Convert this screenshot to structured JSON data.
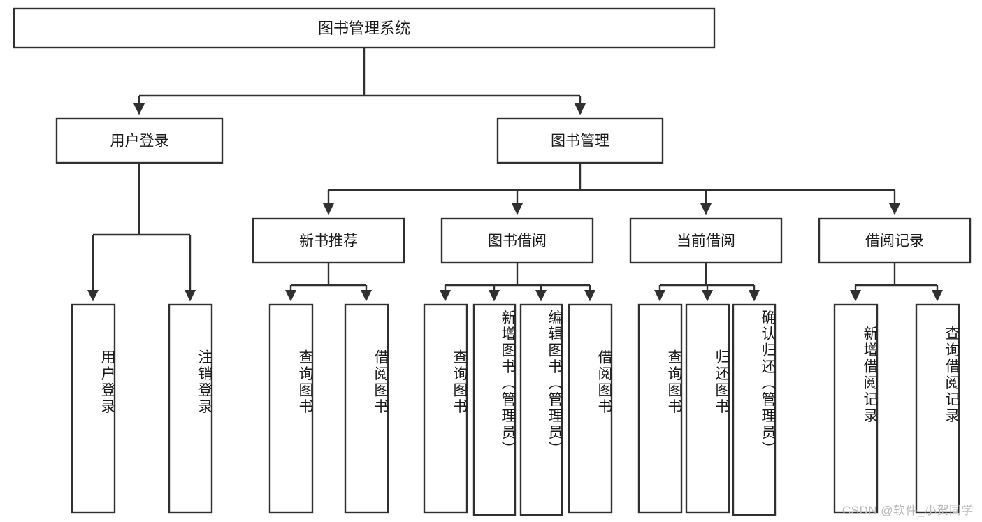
{
  "diagram": {
    "type": "tree-hierarchy",
    "title": "图书管理系统",
    "orientation": "top-down",
    "colors": {
      "box_stroke": "#303030",
      "box_fill": "#ffffff",
      "text": "#1a1a1a",
      "background": "#ffffff",
      "watermark": "#b9b9b9"
    },
    "root": {
      "label": "图书管理系统"
    },
    "level1": [
      {
        "label": "用户登录"
      },
      {
        "label": "图书管理"
      }
    ],
    "level2": [
      {
        "label": "新书推荐"
      },
      {
        "label": "图书借阅"
      },
      {
        "label": "当前借阅"
      },
      {
        "label": "借阅记录"
      }
    ],
    "leaves": {
      "user_login": [
        {
          "label": "用户登录"
        },
        {
          "label": "注销登录"
        }
      ],
      "new_book_recommend": [
        {
          "label": "查询图书"
        },
        {
          "label": "借阅图书"
        }
      ],
      "book_borrow": [
        {
          "label": "查询图书"
        },
        {
          "label": "新增图书（管理员）"
        },
        {
          "label": "编辑图书（管理员）"
        },
        {
          "label": "借阅图书"
        }
      ],
      "current_borrow": [
        {
          "label": "查询图书"
        },
        {
          "label": "归还图书"
        },
        {
          "label": "确认归还（管理员）"
        }
      ],
      "borrow_record": [
        {
          "label": "新增借阅记录"
        },
        {
          "label": "查询借阅记录"
        }
      ]
    },
    "watermark": "CSDN @软件_小贺同学"
  }
}
